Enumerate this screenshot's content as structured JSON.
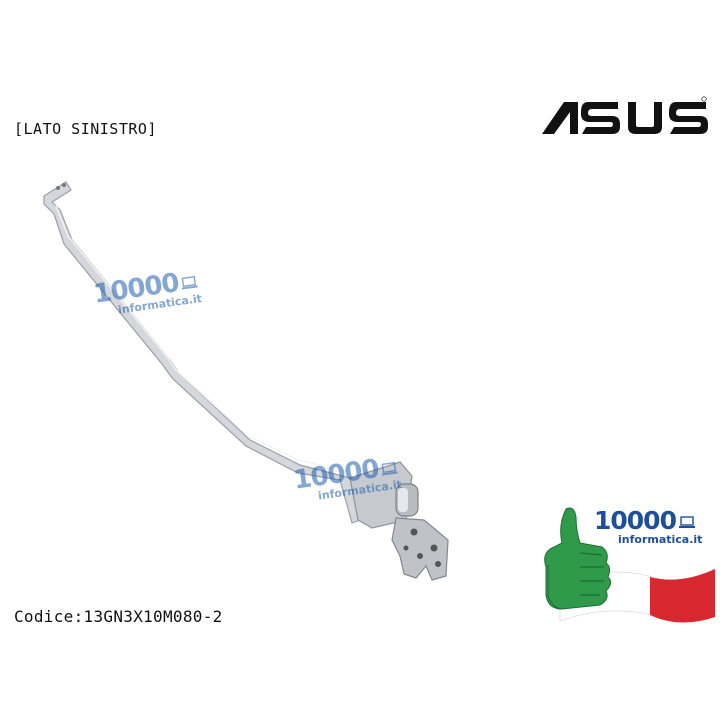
{
  "header": {
    "side_label": "[LATO SINISTRO]",
    "brand": "ASUS"
  },
  "product": {
    "code_label": "Codice:13GN3X10M080-2"
  },
  "watermark": {
    "number": "10000",
    "site": "informatica.it"
  },
  "seal": {
    "number": "10000",
    "site": "informatica.it",
    "flag_colors": [
      "#2f9a4a",
      "#ffffff",
      "#d7282f"
    ]
  },
  "colors": {
    "watermark_blue": "#1f5fb0",
    "metal": "#c9cdd2",
    "brand_black": "#111111"
  }
}
